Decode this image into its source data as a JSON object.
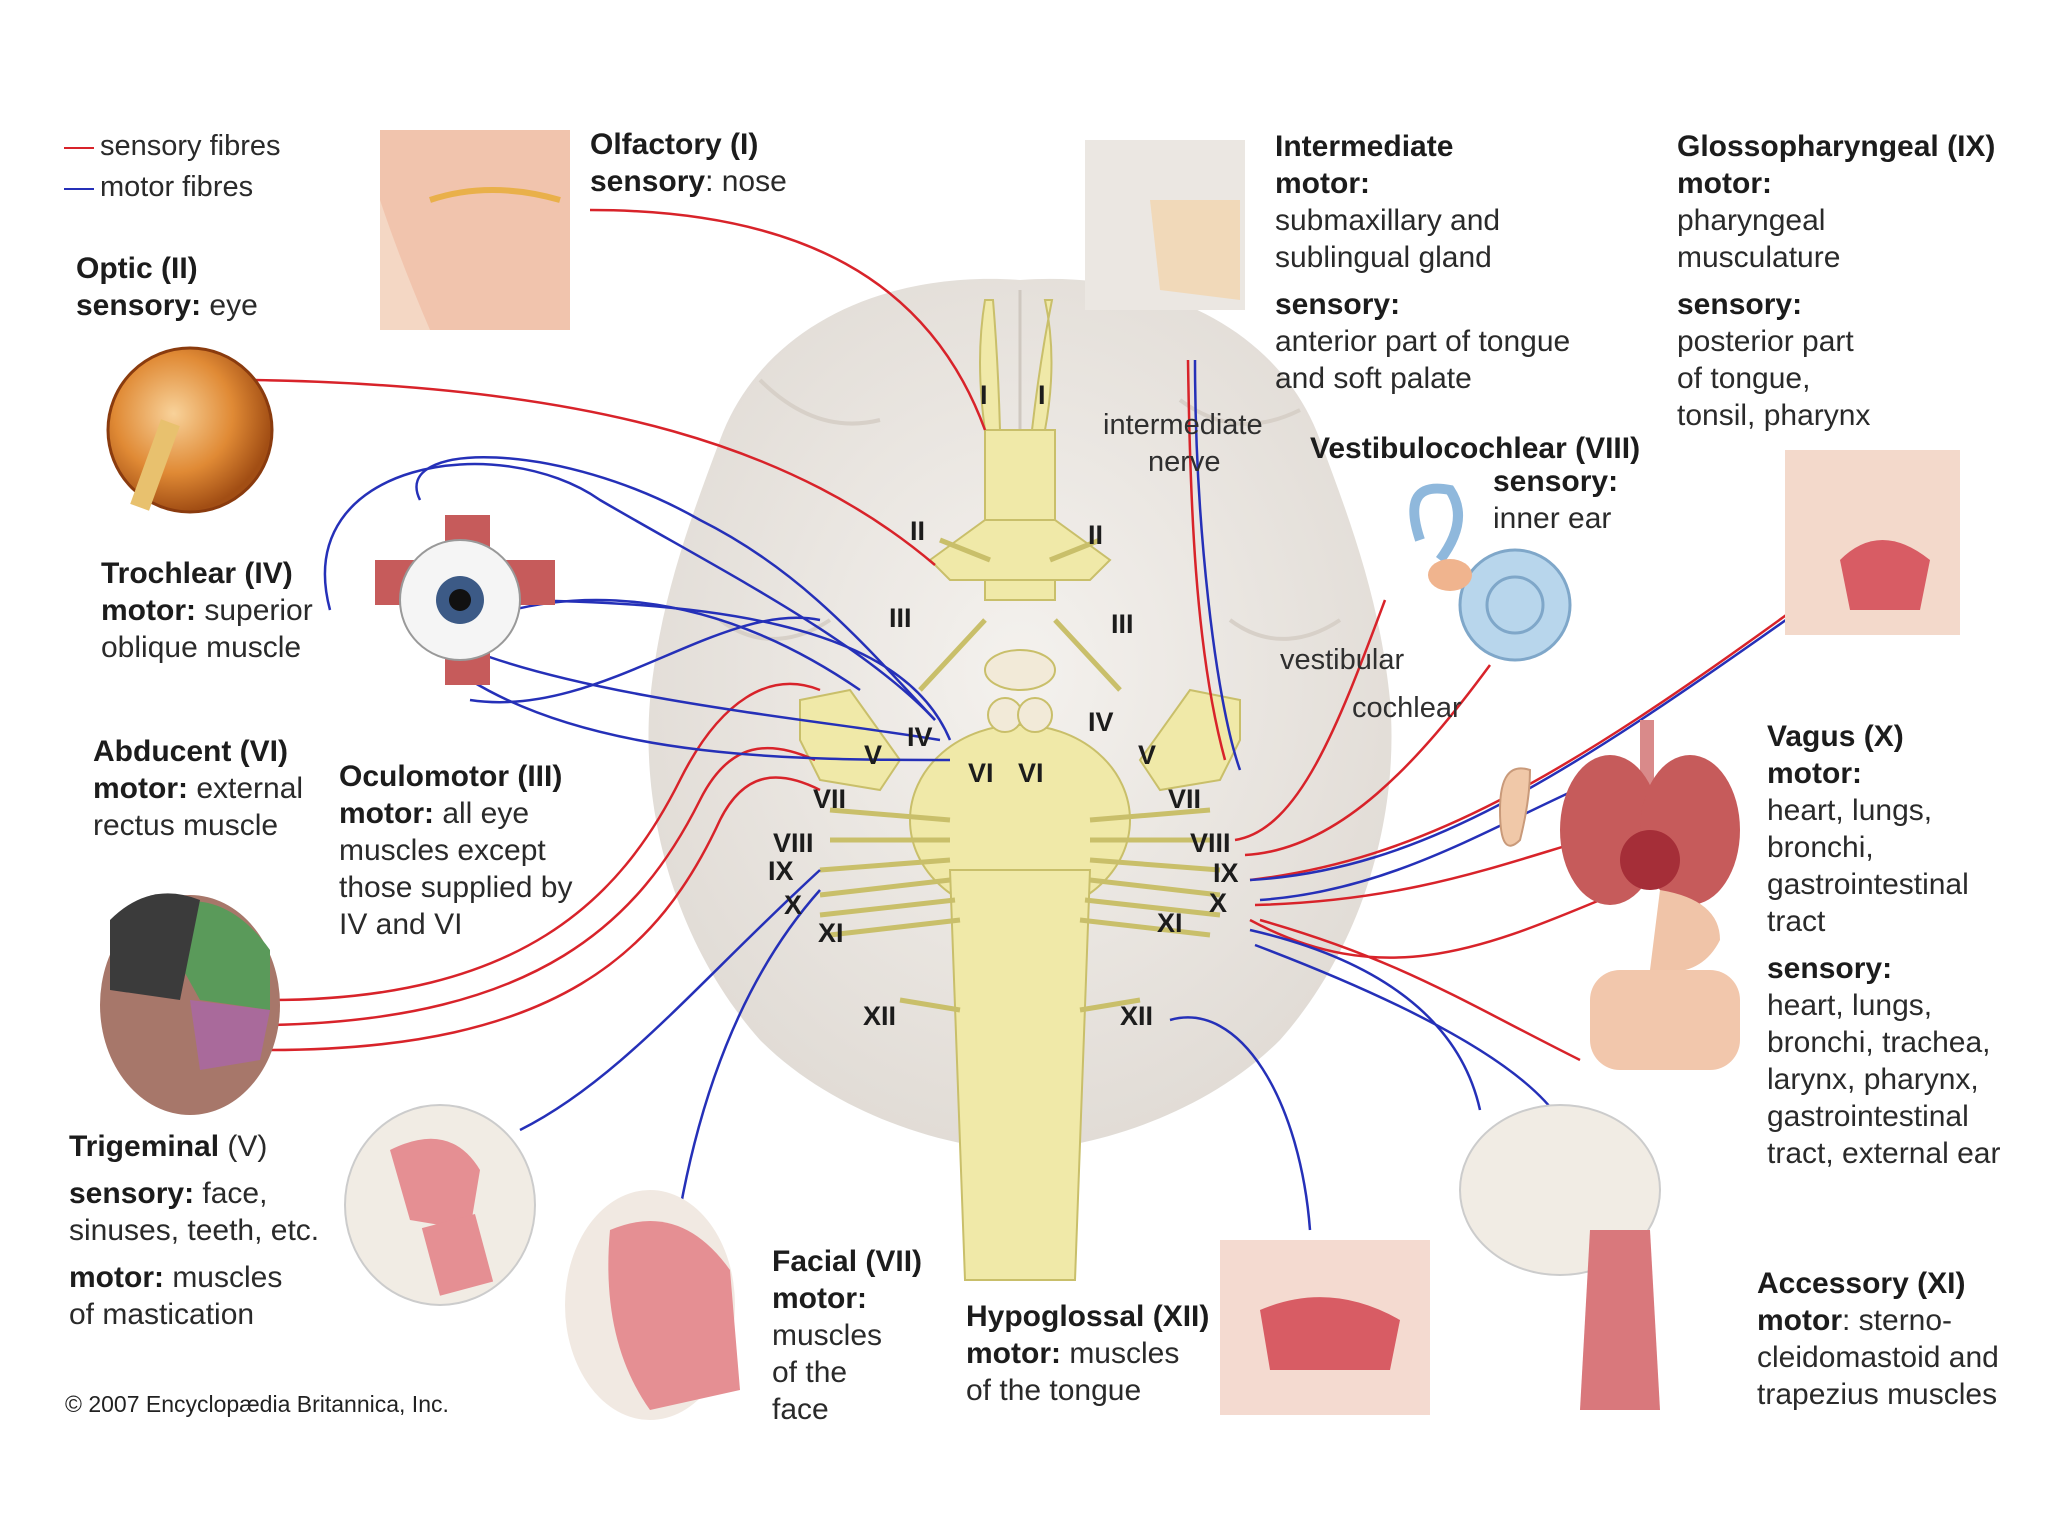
{
  "colors": {
    "sensory": "#d8232a",
    "motor": "#2530b8",
    "brain": "#e9e5e0",
    "nerve": "#f0e9a8"
  },
  "legend": {
    "sensory": "sensory fibres",
    "motor": "motor fibres"
  },
  "copyright": "© 2007 Encyclopædia Britannica, Inc.",
  "nerves": {
    "olfactory": {
      "title": "Olfactory (I)",
      "line1_key": "sensory",
      "line1_rest": ": nose"
    },
    "optic": {
      "title": "Optic (II)",
      "line1_key": "sensory:",
      "line1_rest": " eye"
    },
    "trochlear": {
      "title": "Trochlear (IV)",
      "line1_key": "motor:",
      "line1_rest": " superior",
      "line2": "oblique muscle"
    },
    "abducent": {
      "title": "Abducent (VI)",
      "line1_key": "motor:",
      "line1_rest": " external",
      "line2": "rectus muscle"
    },
    "oculomotor": {
      "title": "Oculomotor (III)",
      "line1_key": "motor:",
      "line1_rest": " all eye",
      "line2": "muscles except",
      "line3": "those supplied by",
      "line4": "IV and VI"
    },
    "trigeminal": {
      "title": "Trigeminal",
      "title_num": " (V)",
      "s_key": "sensory:",
      "s_rest": " face,",
      "s_line2": "sinuses, teeth, etc.",
      "m_key": "motor:",
      "m_rest": " muscles",
      "m_line2": "of mastication"
    },
    "facial": {
      "title": "Facial (VII)",
      "key": "motor:",
      "line2": "muscles",
      "line3": "of the",
      "line4": "face"
    },
    "hypoglossal": {
      "title": "Hypoglossal (XII)",
      "line1_key": "motor:",
      "line1_rest": " muscles",
      "line2": "of the tongue"
    },
    "intermediate": {
      "title": "Intermediate",
      "m_key": "motor:",
      "m_line1": "submaxillary and",
      "m_line2": "sublingual gland",
      "s_key": "sensory:",
      "s_line1": "anterior part of tongue",
      "s_line2": "and soft palate"
    },
    "glossopharyngeal": {
      "title": "Glossopharyngeal (IX)",
      "m_key": "motor:",
      "m_line1": "pharyngeal",
      "m_line2": "musculature",
      "s_key": "sensory:",
      "s_line1": "posterior part",
      "s_line2": "of tongue,",
      "s_line3": "tonsil, pharynx"
    },
    "vestibulocochlear": {
      "title": "Vestibulocochlear (VIII)",
      "key": "sensory:",
      "line1": "inner ear"
    },
    "vagus": {
      "title": "Vagus (X)",
      "m_key": "motor:",
      "m_line1": "heart, lungs,",
      "m_line2": "bronchi,",
      "m_line3": "gastrointestinal",
      "m_line4": "tract",
      "s_key": "sensory:",
      "s_line1": "heart, lungs,",
      "s_line2": "bronchi, trachea,",
      "s_line3": "larynx, pharynx,",
      "s_line4": "gastrointestinal",
      "s_line5": "tract, external ear"
    },
    "accessory": {
      "title": "Accessory (XI)",
      "line1_key": "motor",
      "line1_rest": ": sterno-",
      "line2": "cleidomastoid and",
      "line3": "trapezius muscles"
    }
  },
  "brain_labels": {
    "intermediate_nerve_1": "intermediate",
    "intermediate_nerve_2": "nerve",
    "vestibular": "vestibular",
    "cochlear": "cochlear"
  },
  "roman": {
    "I": "I",
    "II": "II",
    "III": "III",
    "IV": "IV",
    "V": "V",
    "VI": "VI",
    "VII": "VII",
    "VIII": "VIII",
    "IX": "IX",
    "X": "X",
    "XI": "XI",
    "XII": "XII"
  }
}
